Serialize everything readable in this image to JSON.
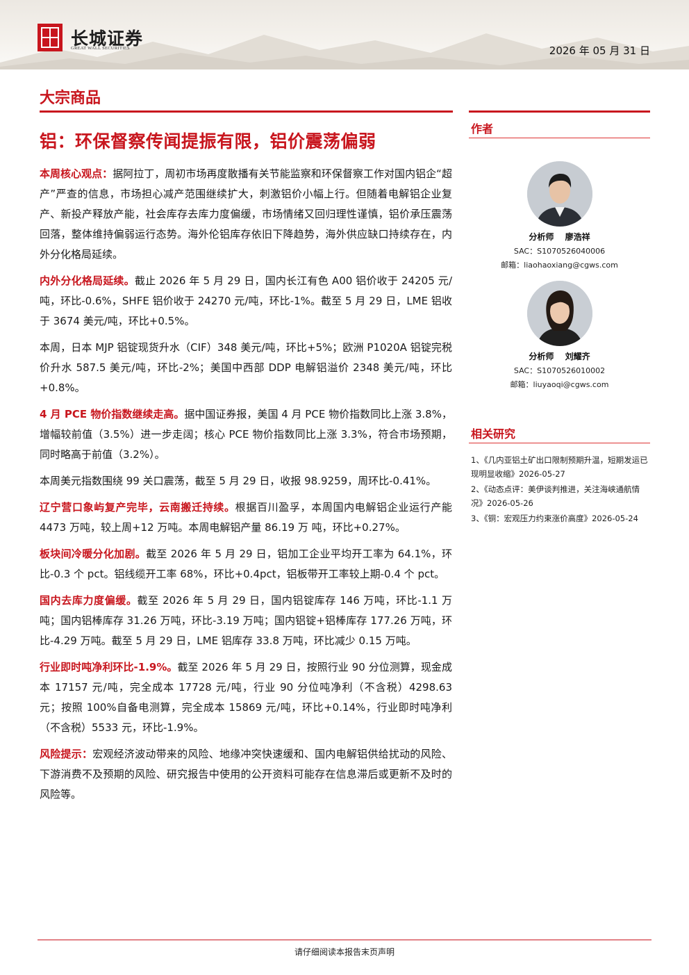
{
  "header": {
    "logo_cn": "长城证券",
    "logo_en": "GREAT WALL SECURITIES",
    "date": "2026 年 05 月 31 日",
    "brand_color": "#c8161e"
  },
  "section_tag": "大宗商品",
  "title": "铝：环保督察传闻提振有限，铝价震荡偏弱",
  "paragraphs": [
    {
      "lead": "本周核心观点：",
      "text": "据阿拉丁，周初市场再度散播有关节能监察和环保督察工作对国内铝企“超产”严查的信息，市场担心减产范围继续扩大，刺激铝价小幅上行。但随着电解铝企业复产、新投产释放产能，社会库存去库力度偏缓，市场情绪又回归理性谨慎，铝价承压震荡回落，整体维持偏弱运行态势。海外伦铝库存依旧下降趋势，海外供应缺口持续存在，内外分化格局延续。"
    },
    {
      "lead": "内外分化格局延续。",
      "text": "截止 2026 年 5 月 29 日，国内长江有色 A00 铝价收于 24205 元/吨，环比-0.6%，SHFE 铝价收于 24270 元/吨，环比-1%。截至 5 月 29 日，LME 铝收于 3674 美元/吨，环比+0.5%。"
    },
    {
      "lead": "",
      "text": "本周，日本 MJP 铝锭现货升水（CIF）348 美元/吨，环比+5%；欧洲 P1020A 铝锭完税价升水 587.5 美元/吨，环比-2%；美国中西部 DDP 电解铝溢价 2348 美元/吨，环比+0.8%。"
    },
    {
      "lead": "4 月 PCE 物价指数继续走高。",
      "text": "据中国证券报，美国 4 月 PCE 物价指数同比上涨 3.8%，增幅较前值（3.5%）进一步走阔；核心 PCE 物价指数同比上涨 3.3%，符合市场预期，同时略高于前值（3.2%）。"
    },
    {
      "lead": "",
      "text": "本周美元指数围绕 99 关口震荡，截至 5 月 29 日，收报 98.9259，周环比-0.41%。"
    },
    {
      "lead": "辽宁营口象屿复产完毕，云南搬迁持续。",
      "text": "根据百川盈孚，本周国内电解铝企业运行产能 4473 万吨，较上周+12 万吨。本周电解铝产量 86.19 万 吨，环比+0.27%。"
    },
    {
      "lead": "板块间冷暖分化加剧。",
      "text": "截至 2026 年 5 月 29 日，铝加工企业平均开工率为 64.1%，环比-0.3 个 pct。铝线缆开工率 68%，环比+0.4pct，铝板带开工率较上期-0.4 个 pct。"
    },
    {
      "lead": "国内去库力度偏缓。",
      "text": "截至 2026 年 5 月 29 日，国内铝锭库存 146 万吨，环比-1.1 万吨；国内铝棒库存 31.26 万吨，环比-3.19 万吨；国内铝锭+铝棒库存 177.26 万吨，环比-4.29 万吨。截至 5 月 29 日，LME 铝库存 33.8 万吨，环比减少 0.15 万吨。"
    },
    {
      "lead": "行业即时吨净利环比-1.9%。",
      "text": "截至 2026 年 5 月 29 日，按照行业 90 分位测算，现金成本 17157 元/吨，完全成本 17728 元/吨，行业 90 分位吨净利（不含税）4298.63 元；按照 100%自备电测算，完全成本 15869 元/吨，环比+0.14%，行业即时吨净利（不含税）5533 元，环比-1.9%。"
    },
    {
      "lead": "风险提示：",
      "text": "宏观经济波动带来的风险、地缘冲突快速缓和、国内电解铝供给扰动的风险、下游消费不及预期的风险、研究报告中使用的公开资料可能存在信息滞后或更新不及时的风险等。"
    }
  ],
  "sidebar": {
    "authors_heading": "作者",
    "authors": [
      {
        "role": "分析师",
        "name": "廖浩祥",
        "sac": "SAC：S1070526040006",
        "email": "邮箱：liaohaoxiang@cgws.com"
      },
      {
        "role": "分析师",
        "name": "刘耀齐",
        "sac": "SAC：S1070526010002",
        "email": "邮箱：liuyaoqi@cgws.com"
      }
    ],
    "related_heading": "相关研究",
    "related": [
      "1、《几内亚铝土矿出口限制预期升温，短期发运已现明显收缩》2026-05-27",
      "2、《动态点评：美伊谈判推进，关注海峡通航情况》2026-05-26",
      "3、《铜：宏观压力约束涨价高度》2026-05-24"
    ]
  },
  "footer": "请仔细阅读本报告末页声明"
}
